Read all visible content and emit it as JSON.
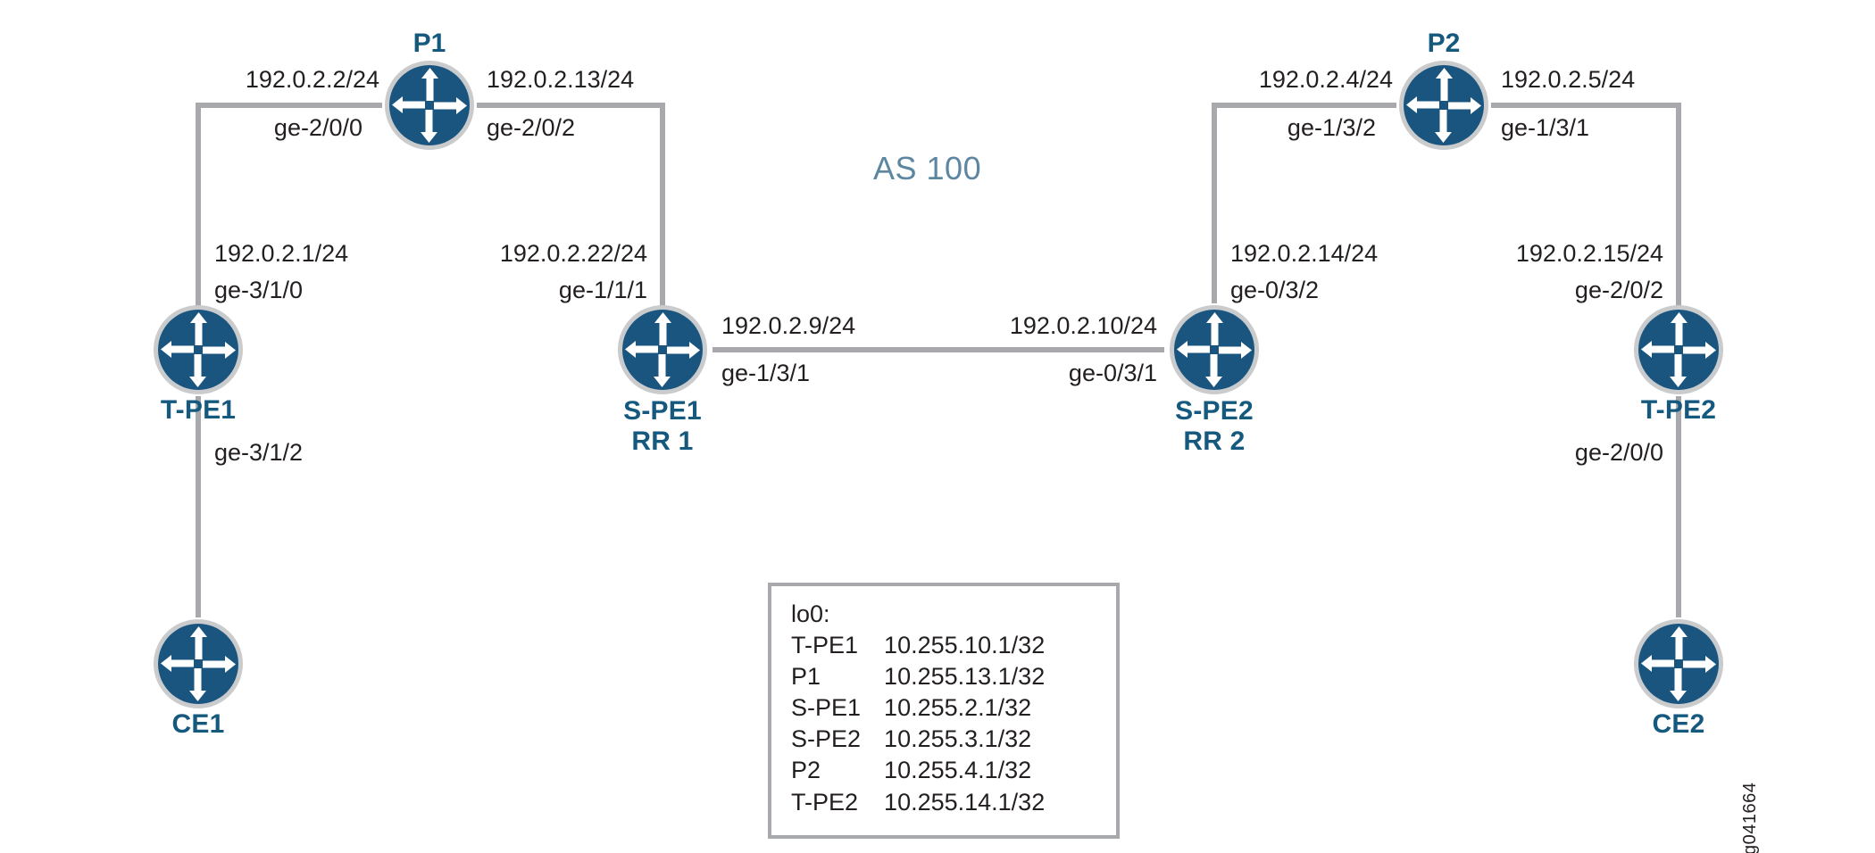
{
  "diagram": {
    "as_label": "AS 100",
    "watermark": "g041664",
    "colors": {
      "node_fill": "#1a5580",
      "node_ring": "#c9cbcd",
      "node_arrow": "#ffffff",
      "node_label": "#15597f",
      "link": "#a7a9ac",
      "text": "#231f20",
      "as_text": "#5d87a1",
      "legend_border": "#a7a9ac",
      "background": "#ffffff"
    }
  },
  "nodes": [
    {
      "id": "p1",
      "label": "P1",
      "sub": "",
      "icon": "router-icon"
    },
    {
      "id": "p2",
      "label": "P2",
      "sub": "",
      "icon": "router-icon"
    },
    {
      "id": "tpe1",
      "label": "T-PE1",
      "sub": "",
      "icon": "router-icon"
    },
    {
      "id": "spe1",
      "label": "S-PE1",
      "sub": "RR 1",
      "icon": "router-icon"
    },
    {
      "id": "spe2",
      "label": "S-PE2",
      "sub": "RR 2",
      "icon": "router-icon"
    },
    {
      "id": "tpe2",
      "label": "T-PE2",
      "sub": "",
      "icon": "router-icon"
    },
    {
      "id": "ce1",
      "label": "CE1",
      "sub": "",
      "icon": "router-icon"
    },
    {
      "id": "ce2",
      "label": "CE2",
      "sub": "",
      "icon": "router-icon"
    }
  ],
  "interfaces": {
    "p1_left": {
      "address": "192.0.2.2/24",
      "port": "ge-2/0/0"
    },
    "p1_right": {
      "address": "192.0.2.13/24",
      "port": "ge-2/0/2"
    },
    "tpe1_up": {
      "address": "192.0.2.1/24",
      "port": "ge-3/1/0"
    },
    "spe1_up": {
      "address": "192.0.2.22/24",
      "port": "ge-1/1/1"
    },
    "spe1_right": {
      "address": "192.0.2.9/24",
      "port": "ge-1/3/1"
    },
    "spe2_left": {
      "address": "192.0.2.10/24",
      "port": "ge-0/3/1"
    },
    "spe2_up": {
      "address": "192.0.2.14/24",
      "port": "ge-0/3/2"
    },
    "p2_left": {
      "address": "192.0.2.4/24",
      "port": "ge-1/3/2"
    },
    "p2_right": {
      "address": "192.0.2.5/24",
      "port": "ge-1/3/1"
    },
    "tpe2_up": {
      "address": "192.0.2.15/24",
      "port": "ge-2/0/2"
    },
    "tpe1_down": {
      "address": "",
      "port": "ge-3/1/2"
    },
    "tpe2_down": {
      "address": "",
      "port": "ge-2/0/0"
    }
  },
  "legend": {
    "title": "lo0:",
    "rows": [
      {
        "name": "T-PE1",
        "address": "10.255.10.1/32"
      },
      {
        "name": "P1",
        "address": "10.255.13.1/32"
      },
      {
        "name": "S-PE1",
        "address": "10.255.2.1/32"
      },
      {
        "name": "S-PE2",
        "address": "10.255.3.1/32"
      },
      {
        "name": "P2",
        "address": "10.255.4.1/32"
      },
      {
        "name": "T-PE2",
        "address": "10.255.14.1/32"
      }
    ]
  }
}
